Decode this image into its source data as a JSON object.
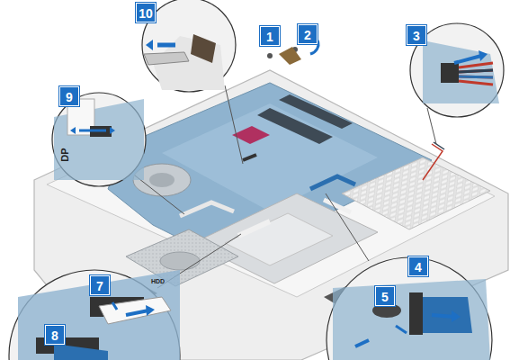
{
  "diagram": {
    "labels": [
      "10",
      "1",
      "2",
      "3",
      "9",
      "4",
      "5",
      "7",
      "8",
      "HDD",
      "DP"
    ]
  }
}
